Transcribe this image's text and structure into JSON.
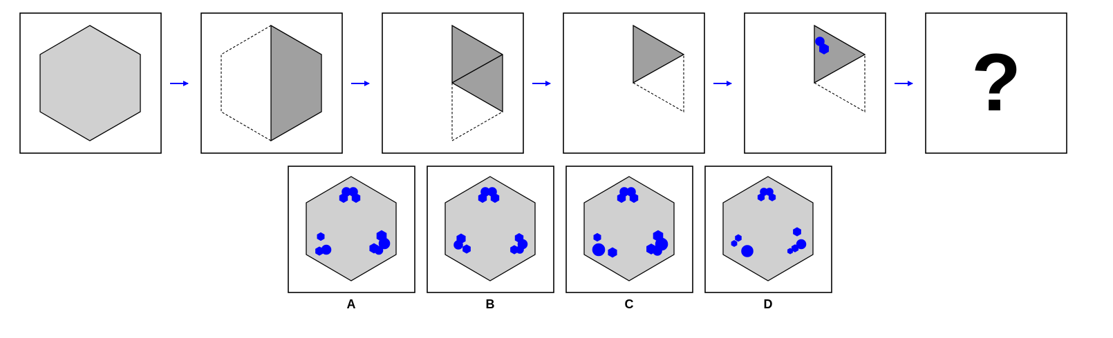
{
  "puzzle": {
    "question_mark": "?",
    "option_labels": [
      "A",
      "B",
      "C",
      "D"
    ],
    "colors": {
      "hexagon_fill": "#d0d0d0",
      "folded_fill": "#a0a0a0",
      "punch_color": "#0000ff",
      "arrow_color": "#0000ff",
      "frame_color": "#000000"
    }
  }
}
